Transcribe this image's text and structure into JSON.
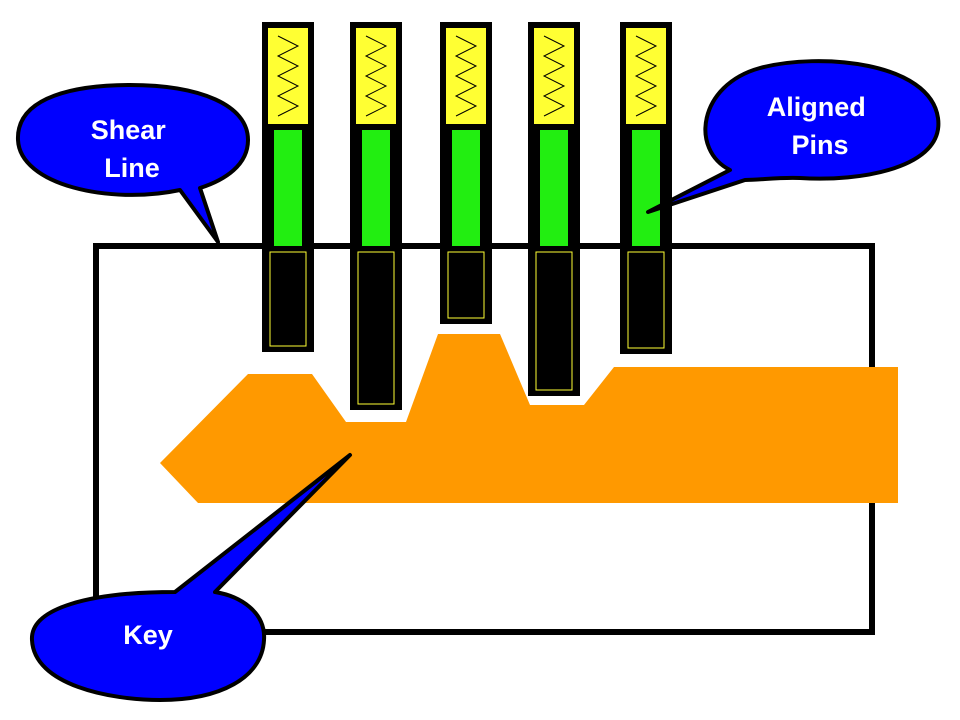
{
  "callouts": {
    "shear_line": {
      "lines": [
        "Shear",
        "Line"
      ]
    },
    "aligned_pins": {
      "lines": [
        "Aligned",
        "Pins"
      ]
    },
    "key": {
      "lines": [
        "Key"
      ]
    }
  },
  "colors": {
    "callout_fill": "#0000ff",
    "callout_stroke": "#000000",
    "spring_fill": "#ffff33",
    "driver_pin_fill": "#22ee11",
    "key_pin_fill": "#000000",
    "key_fill": "#ff9900",
    "cylinder_stroke": "#000000",
    "inner_outline": "#ffff33"
  },
  "icons": {
    "spring": "zigzag-spring",
    "pin": "rectangular-pin"
  },
  "pin_stack_count": 5
}
